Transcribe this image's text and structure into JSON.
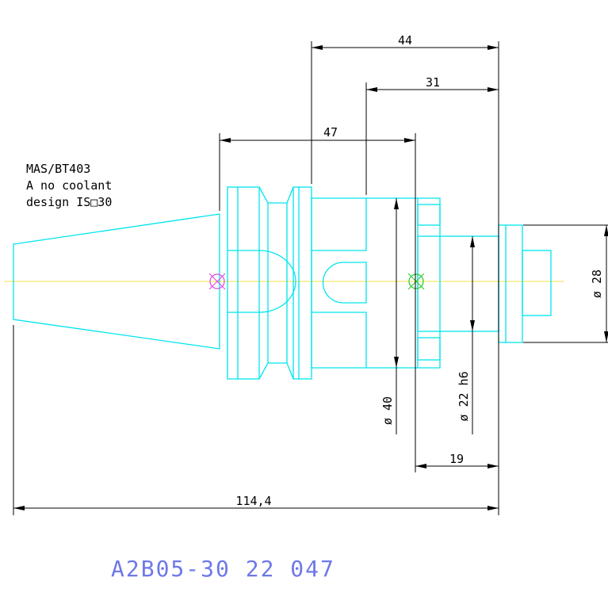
{
  "notes": [
    "MAS/BT403",
    "A no coolant",
    "design IS□30"
  ],
  "dimensions": {
    "d44": "44",
    "d31": "31",
    "d47": "47",
    "d28": "ø  28",
    "d40": "ø  40",
    "d22": "ø  22 h6",
    "d19": "19",
    "d114": "114,4"
  },
  "part_number": "A2B05-30 22 047",
  "colors": {
    "background": "#ffffff",
    "outline": "#00e5ee",
    "dimension": "#000000",
    "centerline": "#f5e04a",
    "title": "#6e78e8",
    "marker_left": "#e040e0",
    "marker_right": "#22cc22"
  }
}
